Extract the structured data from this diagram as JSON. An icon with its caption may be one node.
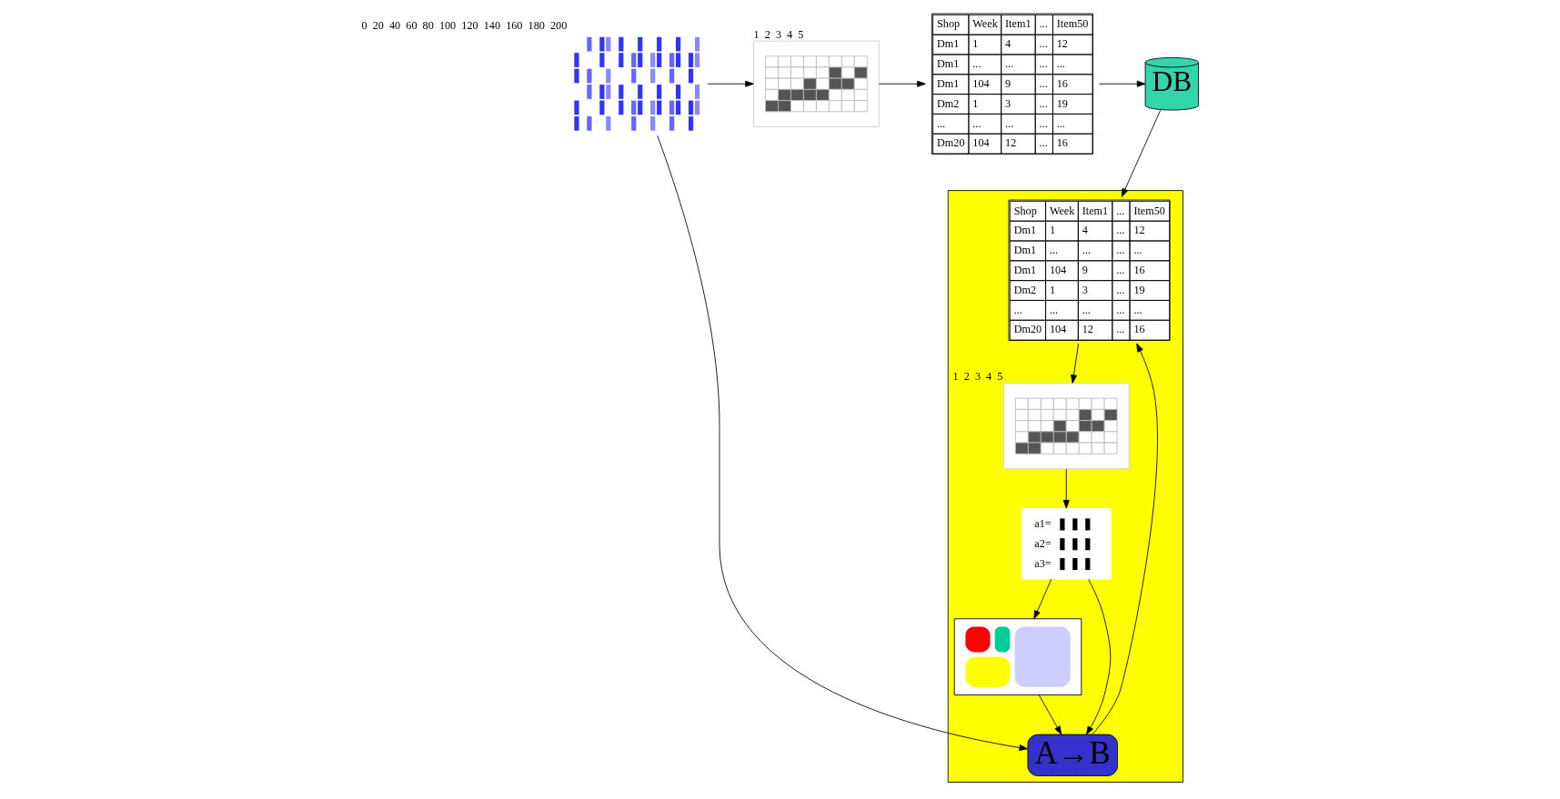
{
  "diagram": {
    "nodes": [
      {
        "text": [],
        "shape": "picture",
        "beside": [
          "0",
          "20",
          "40",
          "60",
          "80",
          "100",
          "120",
          "140",
          "160",
          "180",
          "200"
        ]
      },
      {
        "text": [],
        "shape": "picture",
        "beside": [
          "1",
          "2",
          "3",
          "4",
          "5"
        ]
      },
      {
        "text": [
          "Shop",
          "Week",
          "Item1",
          "...",
          "Item50",
          "Dm1",
          "1",
          "4",
          "...",
          "12",
          "Dm1",
          "...",
          "...",
          "...",
          "...",
          "Dm1",
          "104",
          "9",
          "...",
          "16",
          "Dm2",
          "1",
          "3",
          "...",
          "19",
          "...",
          "...",
          "...",
          "...",
          "...",
          "Dm20",
          "104",
          "12",
          "...",
          "16"
        ]
      },
      {
        "text": [
          "DB"
        ]
      },
      {
        "text": [],
        "shape": "box"
      },
      {
        "text": [
          "Shop",
          "Week",
          "Item1",
          "...",
          "Item50",
          "Dm1",
          "1",
          "4",
          "...",
          "12",
          "Dm1",
          "...",
          "...",
          "...",
          "...",
          "Dm1",
          "104",
          "9",
          "...",
          "16",
          "Dm2",
          "1",
          "3",
          "...",
          "19",
          "...",
          "...",
          "...",
          "...",
          "...",
          "Dm20",
          "104",
          "12",
          "...",
          "16"
        ],
        "in": 4
      },
      {
        "text": [],
        "shape": "picture",
        "in": 4
      },
      {
        "text": [
          "A→B"
        ],
        "in": 4
      },
      {
        "text": [
          "a1=",
          "a2=",
          "a3="
        ],
        "in": 4
      },
      {
        "text": [],
        "shape": "picture",
        "in": 4,
        "beside": [
          "1",
          "2",
          "3",
          "4",
          "5"
        ]
      }
    ],
    "edges": [
      {
        "from": 0,
        "to": 1,
        "arrow": "to"
      },
      {
        "from": 1,
        "to": 2,
        "arrow": "to"
      },
      {
        "from": 2,
        "to": 3,
        "arrow": "to"
      },
      {
        "from": 3,
        "to": 5,
        "arrow": "to"
      },
      {
        "from": 5,
        "to": 9,
        "arrow": "to"
      },
      {
        "from": 9,
        "to": 8,
        "arrow": "to"
      },
      {
        "from": 8,
        "to": 7,
        "arrow": "to"
      },
      {
        "from": 8,
        "to": 6,
        "arrow": "to"
      },
      {
        "from": 6,
        "to": 7,
        "arrow": "to"
      },
      {
        "from": 0,
        "to": 7,
        "arrow": "to"
      },
      {
        "from": 7,
        "to": 5,
        "arrow": "to"
      }
    ]
  }
}
